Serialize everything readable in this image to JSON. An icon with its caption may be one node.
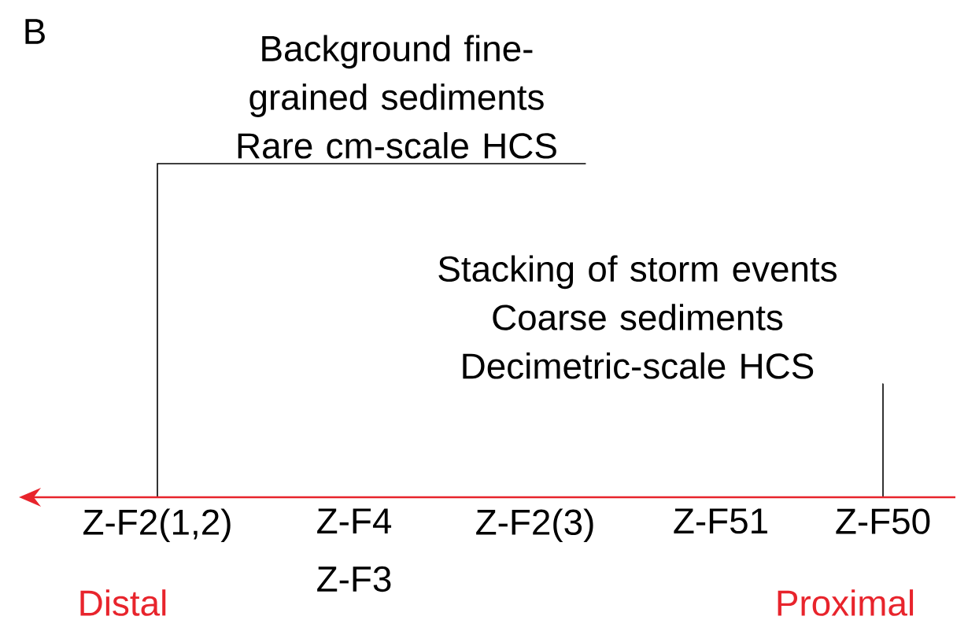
{
  "diagram": {
    "nodes": [
      {
        "text": [
          "Background fine-grained sediments",
          "Rare cm-scale HCS"
        ]
      },
      {
        "text": [
          "Stacking of storm events",
          "Coarse sediments",
          "Decimetric-scale HCS"
        ]
      },
      {
        "text": [
          "Z-F2(1,2)"
        ]
      },
      {
        "text": [
          "Z-F4"
        ]
      },
      {
        "text": [
          "Z-F2(3)"
        ]
      },
      {
        "text": [
          "Z-F51"
        ]
      },
      {
        "text": [
          "Z-F50"
        ]
      }
    ],
    "edges": [
      {
        "from": 0,
        "to": 2,
        "arrow": "none"
      },
      {
        "from": 1,
        "to": 6,
        "arrow": "none"
      }
    ],
    "labels": [
      "B",
      "Z-F3",
      "Distal",
      "Proximal"
    ]
  }
}
